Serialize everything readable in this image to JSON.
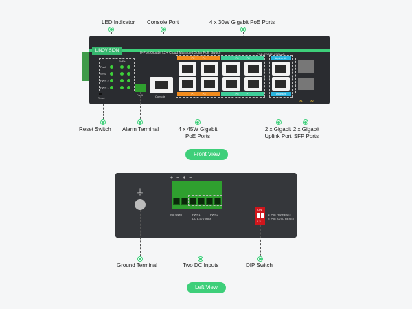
{
  "front_view": {
    "button": "Front View",
    "brand": "LINOVISION",
    "device_title": "8-Port Gigabit L2+ Cloud Managed Solar PoE Switch",
    "model": "POE-SW812H-SOLAR",
    "led_labels": [
      "Fault",
      "SYS",
      "PWR 2",
      "PWR 1"
    ],
    "led_group_label": "PoE+",
    "port_numbers_top": [
      "P2",
      "P4",
      "P6",
      "P8"
    ],
    "port_numbers_bottom": [
      "P1",
      "P3",
      "P5",
      "P7"
    ],
    "uplink_labels": [
      "Uplink 10",
      "Uplink 9"
    ],
    "sfp_labels": [
      "X1",
      "X2"
    ],
    "fault_label": "Fault",
    "console_label": "Console",
    "reset_label": "Reset",
    "callouts": {
      "led": "LED Indicator",
      "console": "Console Port",
      "poe30": "4 x 30W Gigabit PoE Ports",
      "reset": "Reset Switch",
      "alarm": "Alarm Terminal",
      "poe45": "4 x 45W Gigabit PoE Ports",
      "uplink": "2 x Gigabit Uplink Port",
      "sfp": "2 x Gigabit SFP Ports"
    }
  },
  "left_view": {
    "button": "Left View",
    "polarity": [
      "+",
      "−",
      "+",
      "−"
    ],
    "terminal_labels": [
      "Not Used",
      "PWR1",
      "PWR2"
    ],
    "input_label": "DC 8-57V Input",
    "dip_on": "ON",
    "dip_numbers": [
      "1",
      "2"
    ],
    "dip_legend": [
      "1: PoE HW RESET",
      "2: PoE AUTO RESET"
    ],
    "callouts": {
      "ground": "Ground Terminal",
      "dc": "Two DC Inputs",
      "dip": "DIP Switch"
    }
  },
  "colors": {
    "accent": "#3ecf7a",
    "poe45": "#f28c1e",
    "poe30": "#3ecf9a",
    "uplink": "#29b6e0",
    "terminal": "#2fa02f",
    "dip": "#d0161c"
  }
}
